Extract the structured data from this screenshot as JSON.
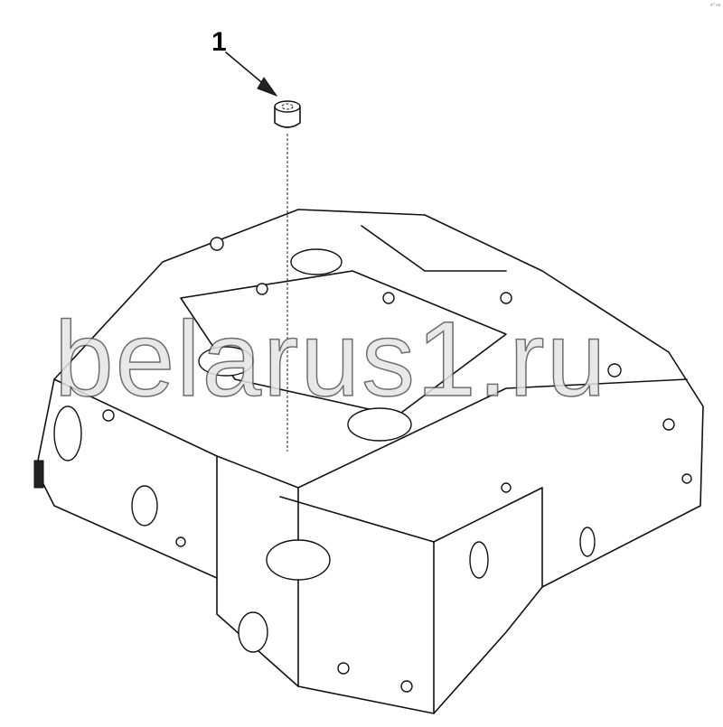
{
  "diagram": {
    "callouts": [
      {
        "label": "1",
        "part": "cap"
      }
    ],
    "watermark": "belarus1.ru",
    "corner_mark": "s^ ss"
  }
}
